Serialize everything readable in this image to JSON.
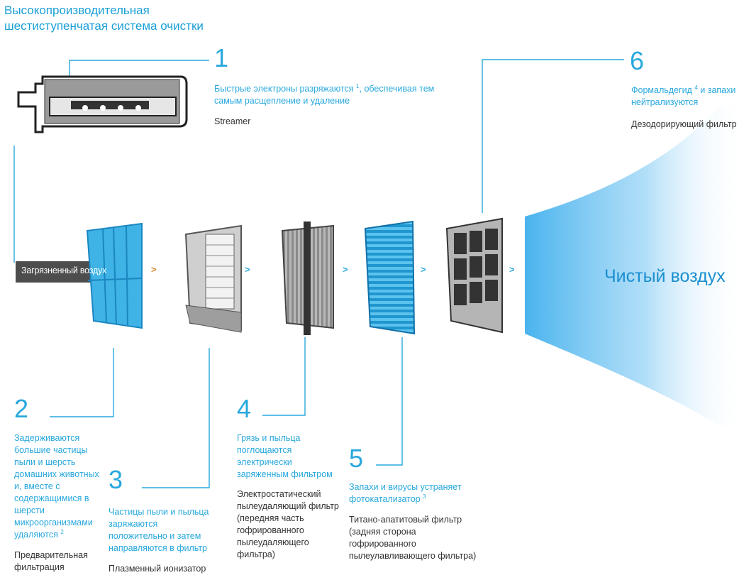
{
  "title": {
    "line1": "Высокопроизводительная",
    "line2": "шестиступенчатая система очистки"
  },
  "stages": [
    {
      "number": "1",
      "desc_parts": [
        "Быстрые электроны разряжаются ",
        "1",
        ", обеспечивая тем самым расщепление и удаление"
      ],
      "name": "Streamer"
    },
    {
      "number": "2",
      "desc_lines": [
        "Задерживаются",
        "большие частицы",
        "пыли и шерсть",
        "домашних животных",
        "и, вместе с",
        "содержащимися в",
        "шерсти",
        "микроорганизмами"
      ],
      "desc_last": "удаляются ",
      "sup": "2",
      "name_lines": [
        "Предварительная",
        "фильтрация"
      ]
    },
    {
      "number": "3",
      "desc_lines": [
        "Частицы пыли и пыльца",
        "заряжаются",
        "положительно и затем",
        "направляются в фильтр"
      ],
      "name": "Плазменный ионизатор"
    },
    {
      "number": "4",
      "desc_lines": [
        "Грязь и пыльца",
        "поглощаются",
        "электрически",
        "заряженным фильтром"
      ],
      "name_lines": [
        "Электростатический",
        "пылеудаляющий фильтр",
        "(передняя часть",
        "гофрированного",
        "пылеудаляющего",
        "фильтра)"
      ]
    },
    {
      "number": "5",
      "desc_line1": "Запахи и вирусы устраняет",
      "desc_line2": "фотокатализатор ",
      "sup": "3",
      "name_lines": [
        "Титано-апатитовый фильтр",
        "(задняя сторона",
        "гофрированного",
        "пылеулавливающего фильтра)"
      ]
    },
    {
      "number": "6",
      "desc_line1": "Формальдегид ",
      "sup": "4",
      "desc_line1b": " и запахи",
      "desc_line2": "нейтрализуются",
      "name": "Дезодорирующий фильтр"
    }
  ],
  "dirty_air_label": "Загрязненный воздух",
  "clean_air_label": "Чистый воздух",
  "arrow_glyph": ">",
  "colors": {
    "accent": "#29a8dd",
    "filter_blue": "#3fb3e6",
    "dark_gray": "#4a4a4a",
    "orange_arrow": "#d7862e"
  }
}
